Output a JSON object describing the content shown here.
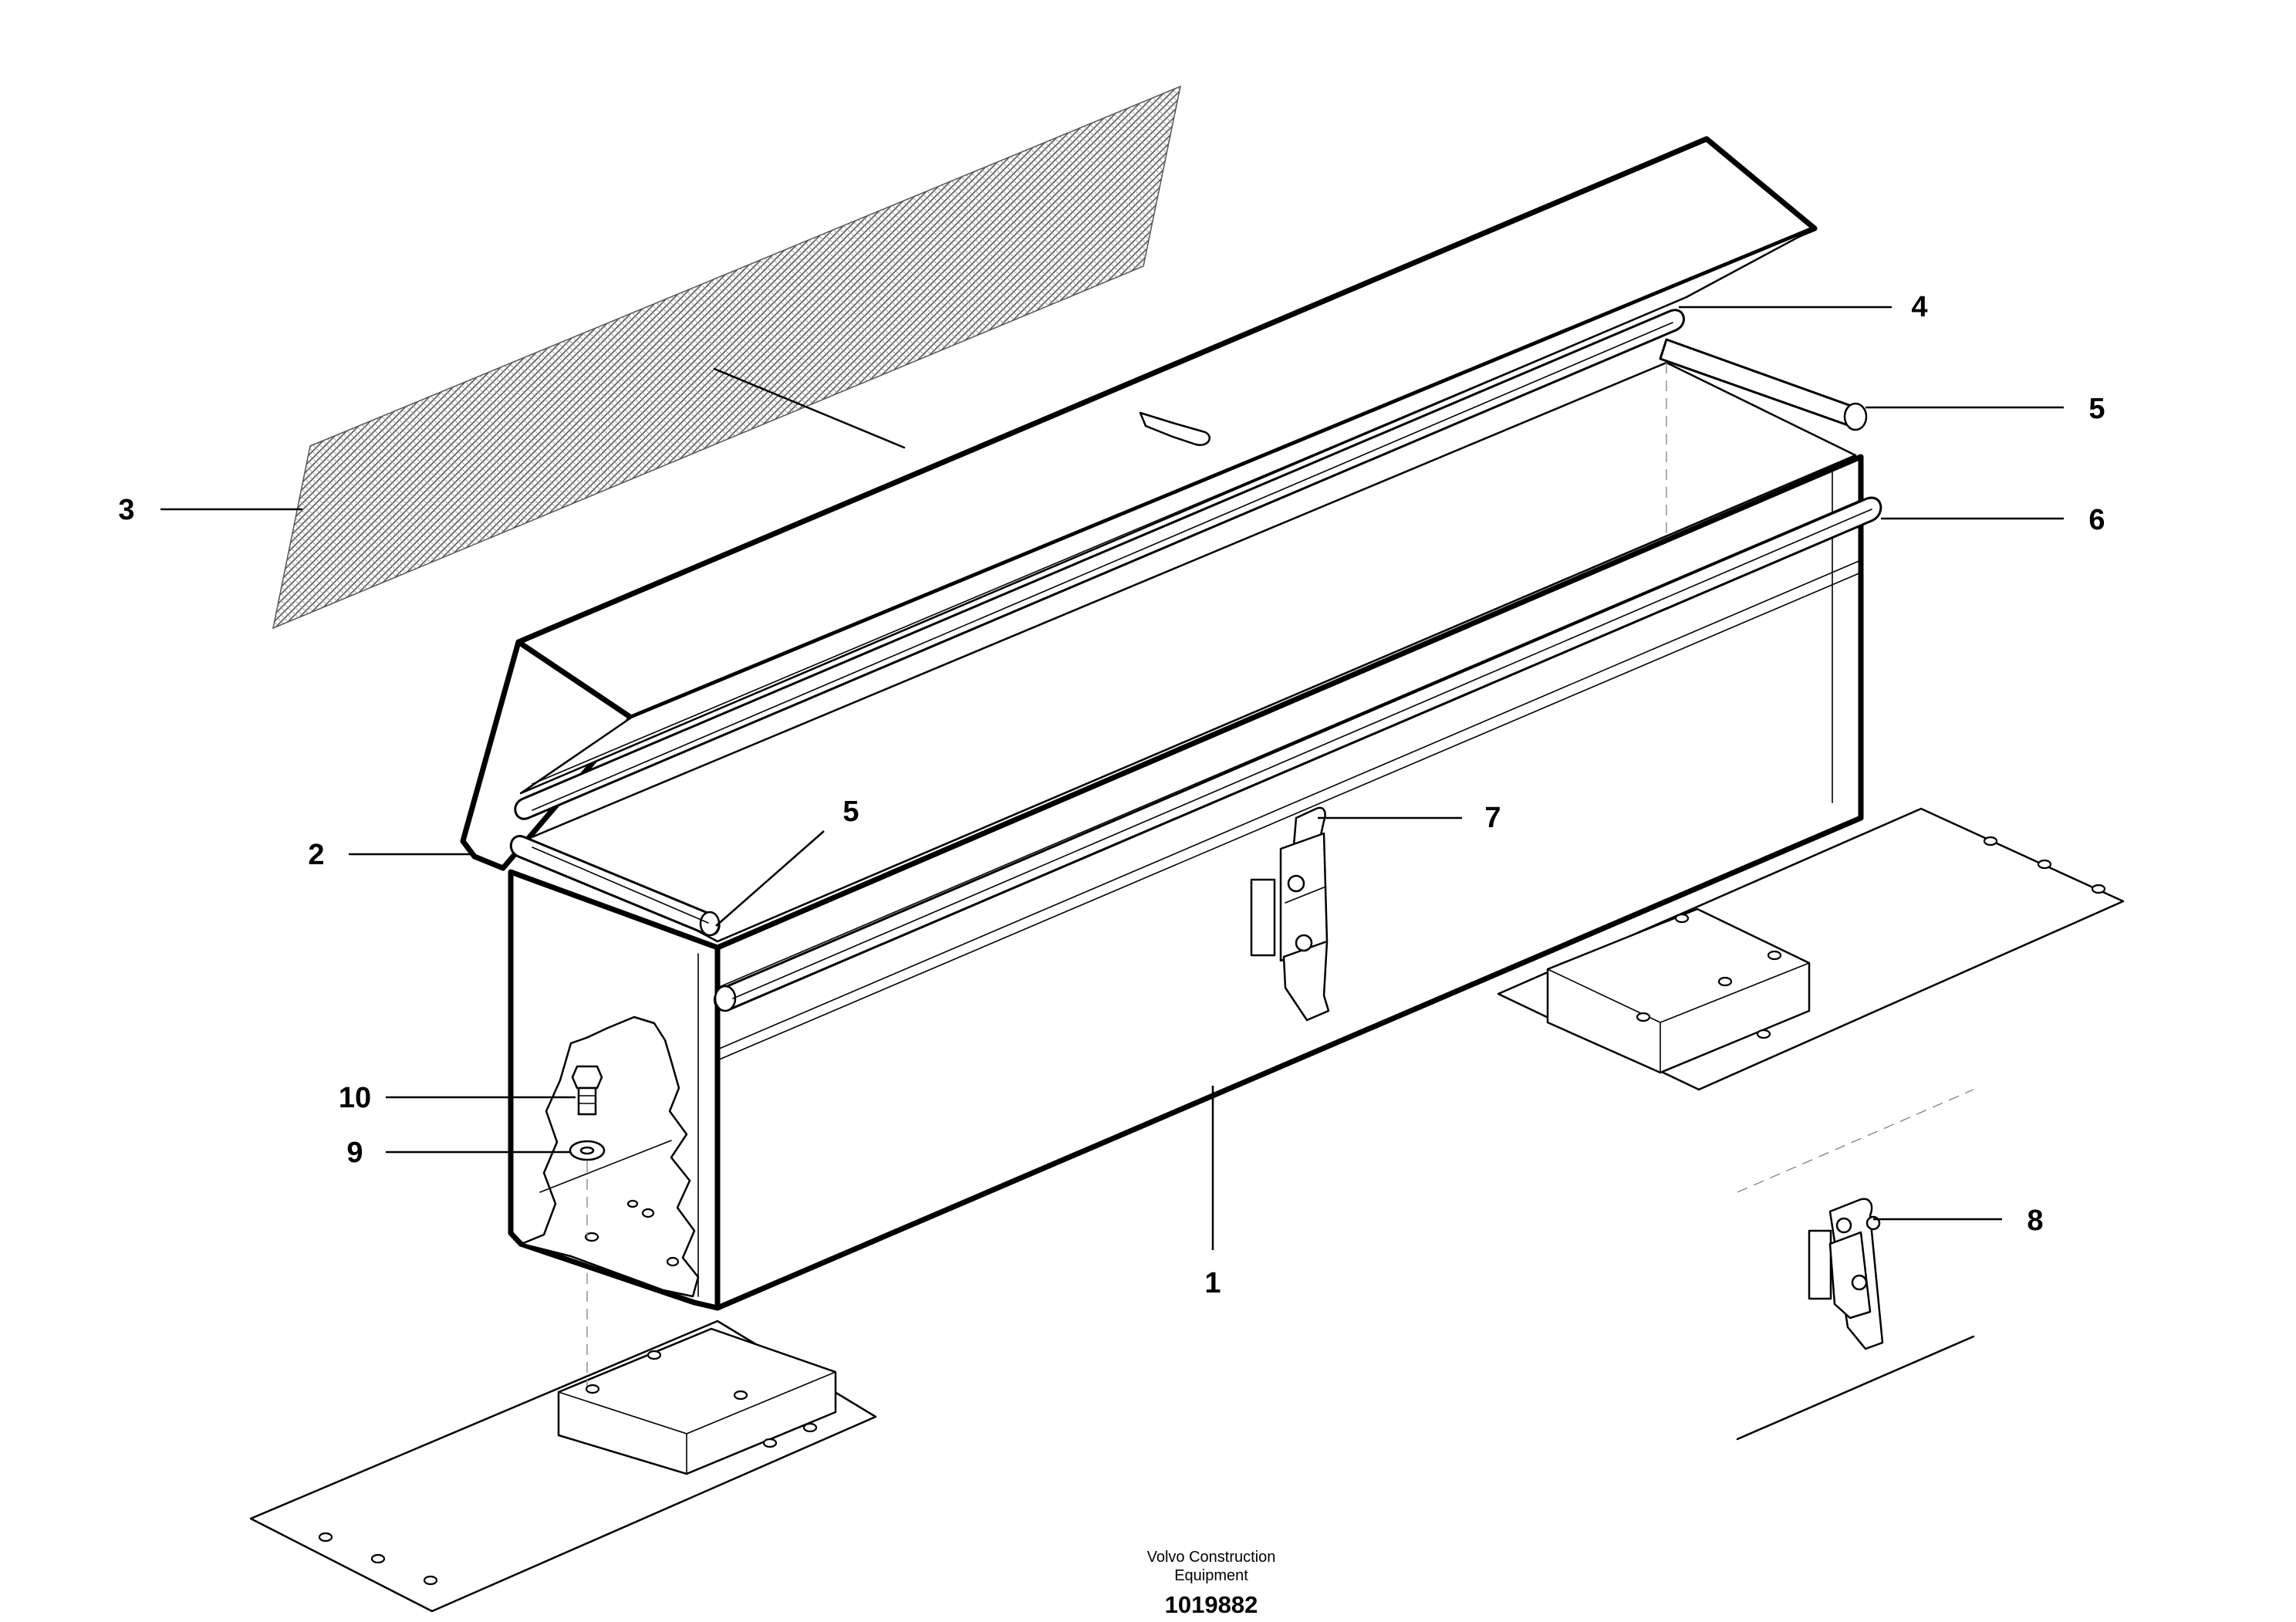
{
  "drawing": {
    "callouts": [
      "1",
      "2",
      "3",
      "4",
      "5",
      "5",
      "6",
      "7",
      "8",
      "9",
      "10"
    ]
  },
  "footer": {
    "company_line1": "Volvo Construction",
    "company_line2": "Equipment",
    "drawing_number": "1019882"
  },
  "colors": {
    "line": "#000000",
    "background": "#ffffff",
    "mesh_hatch": "#555555"
  }
}
